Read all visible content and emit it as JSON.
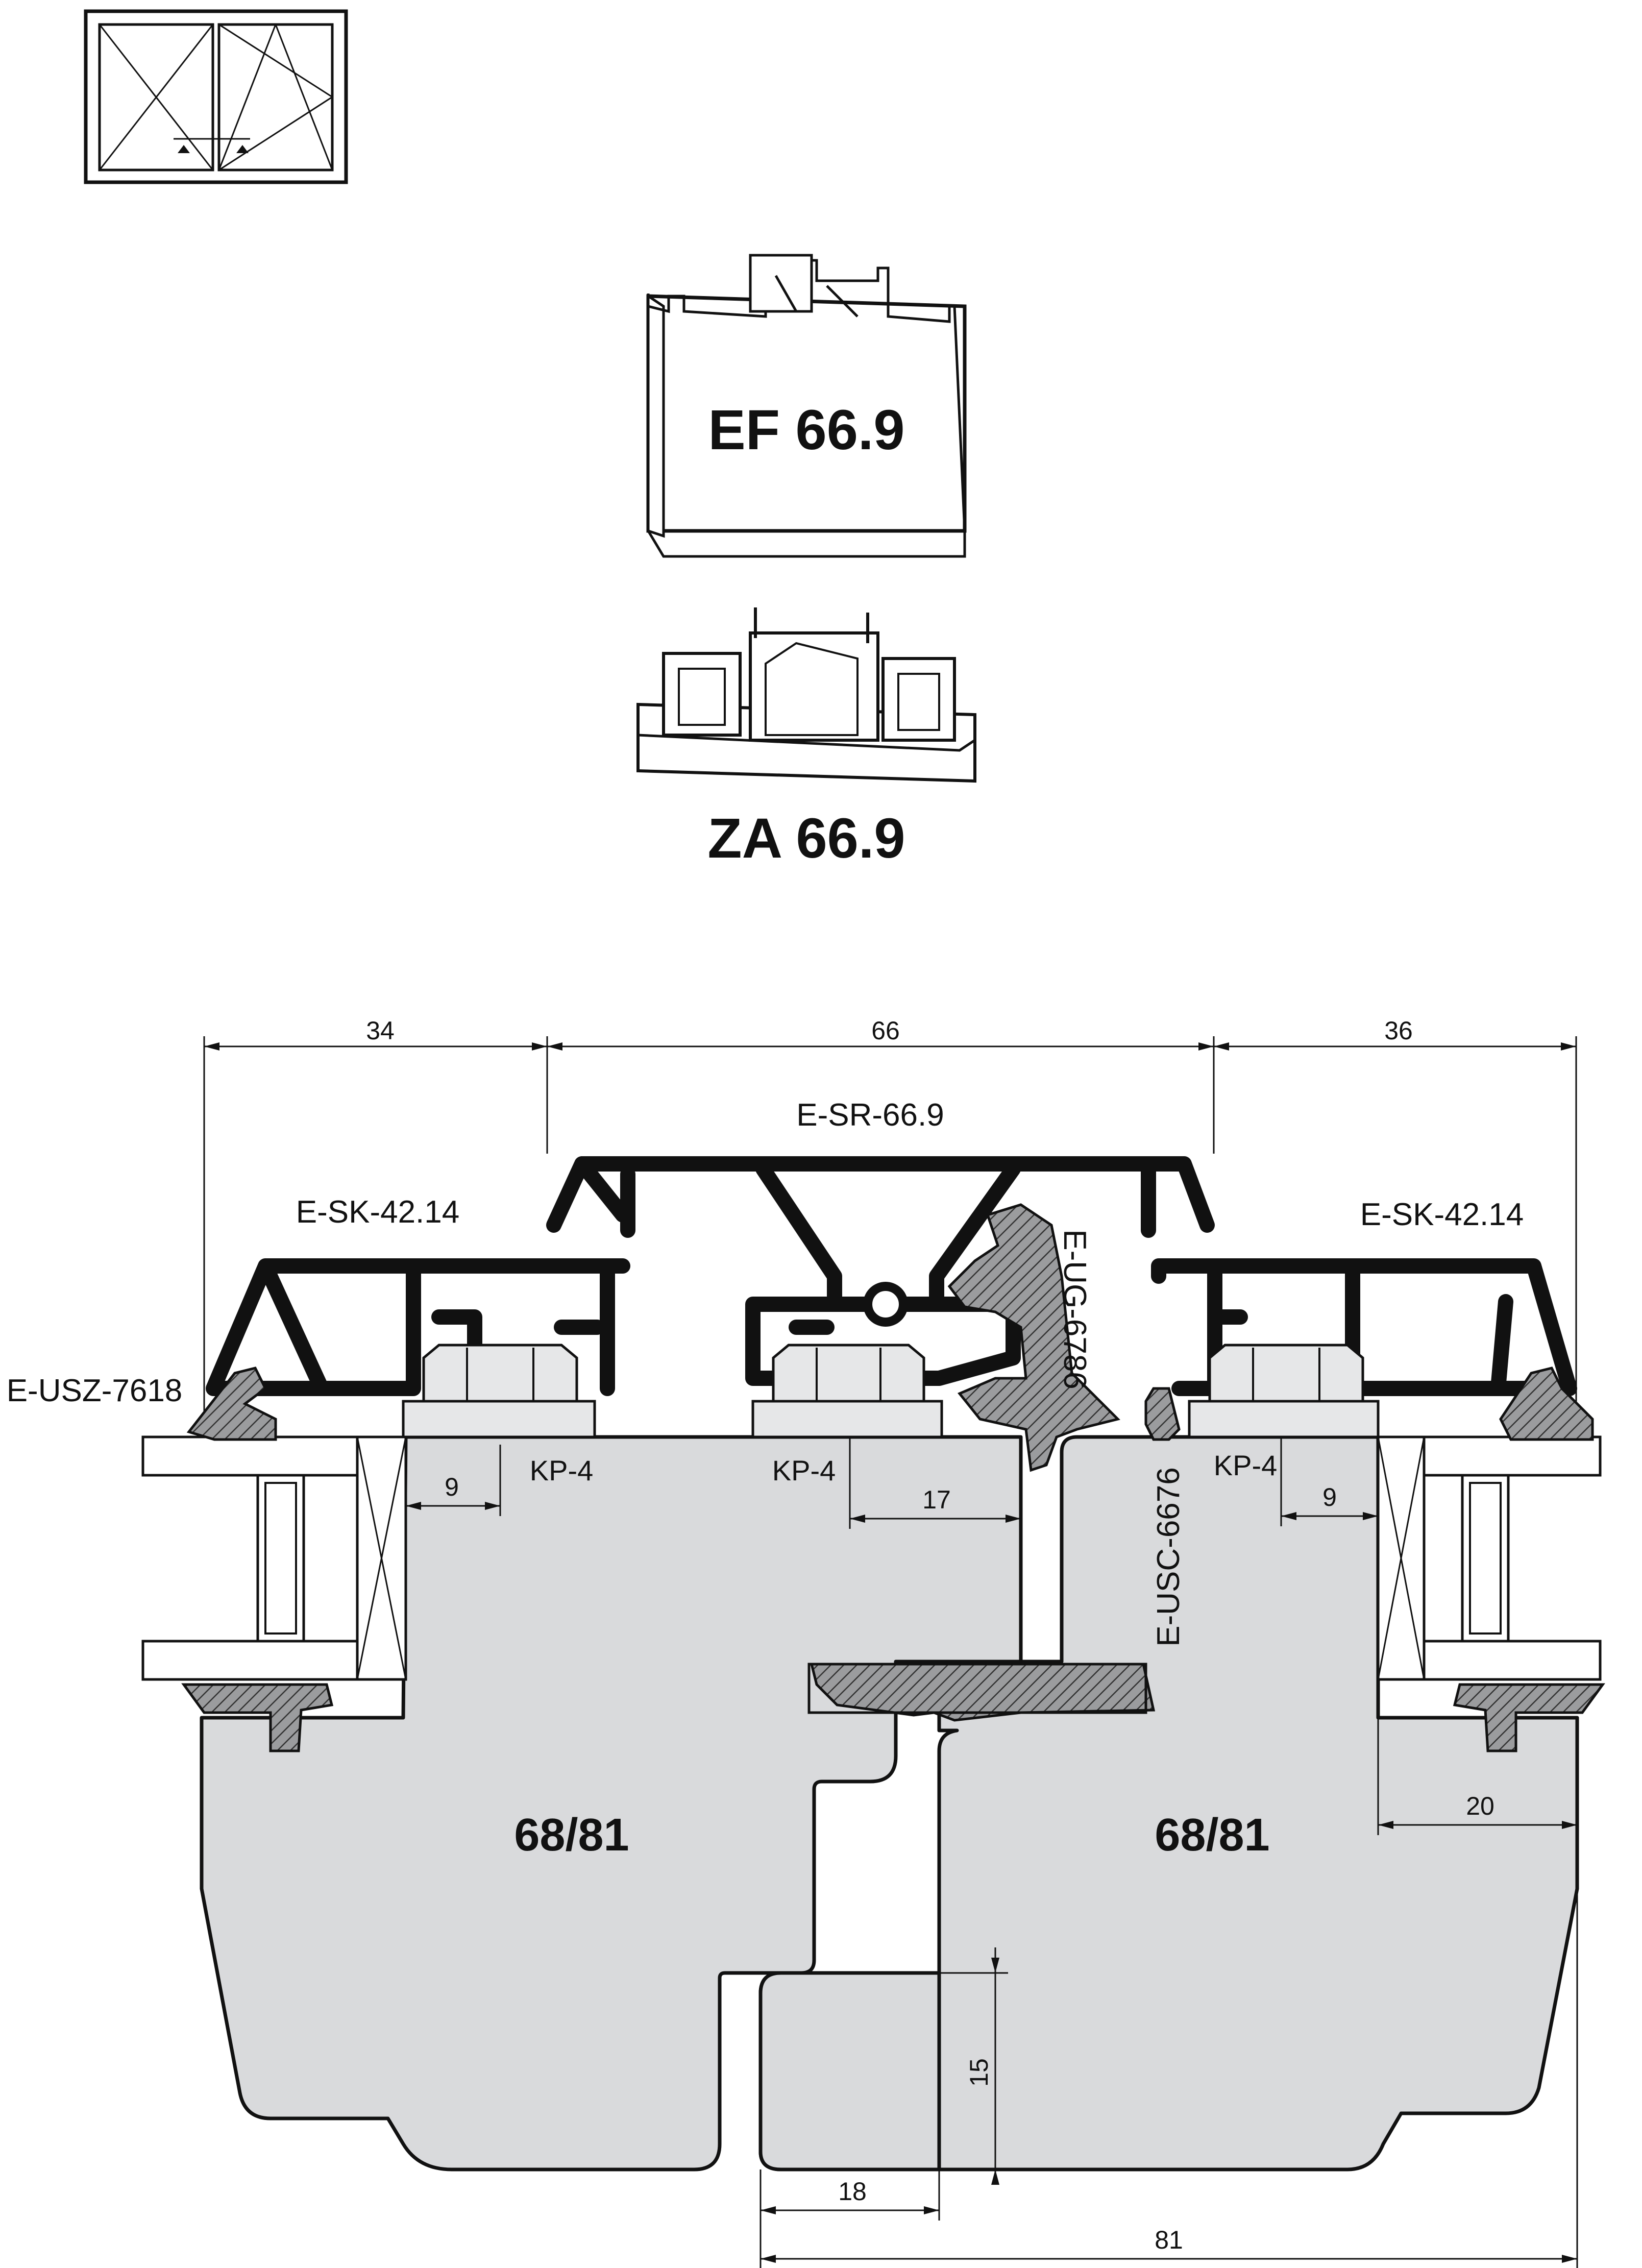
{
  "drawing": {
    "parts": {
      "cover_profile": "EF 66.9",
      "adapter": "ZA 66.9"
    },
    "labels": {
      "sr": "E-SR-66.9",
      "sk_left": "E-SK-42.14",
      "sk_right": "E-SK-42.14",
      "usz": "E-USZ-7618",
      "ug": "E-UG-6786",
      "usc": "E-USC-6676",
      "kp_1": "KP-4",
      "kp_2": "KP-4",
      "kp_3": "KP-4",
      "wood_left": "68/81",
      "wood_right": "68/81"
    },
    "dimensions": {
      "d34": "34",
      "d66": "66",
      "d36": "36",
      "d9_left": "9",
      "d17": "17",
      "d9_right": "9",
      "d20": "20",
      "d15": "15",
      "d18": "18",
      "d81": "81"
    }
  }
}
